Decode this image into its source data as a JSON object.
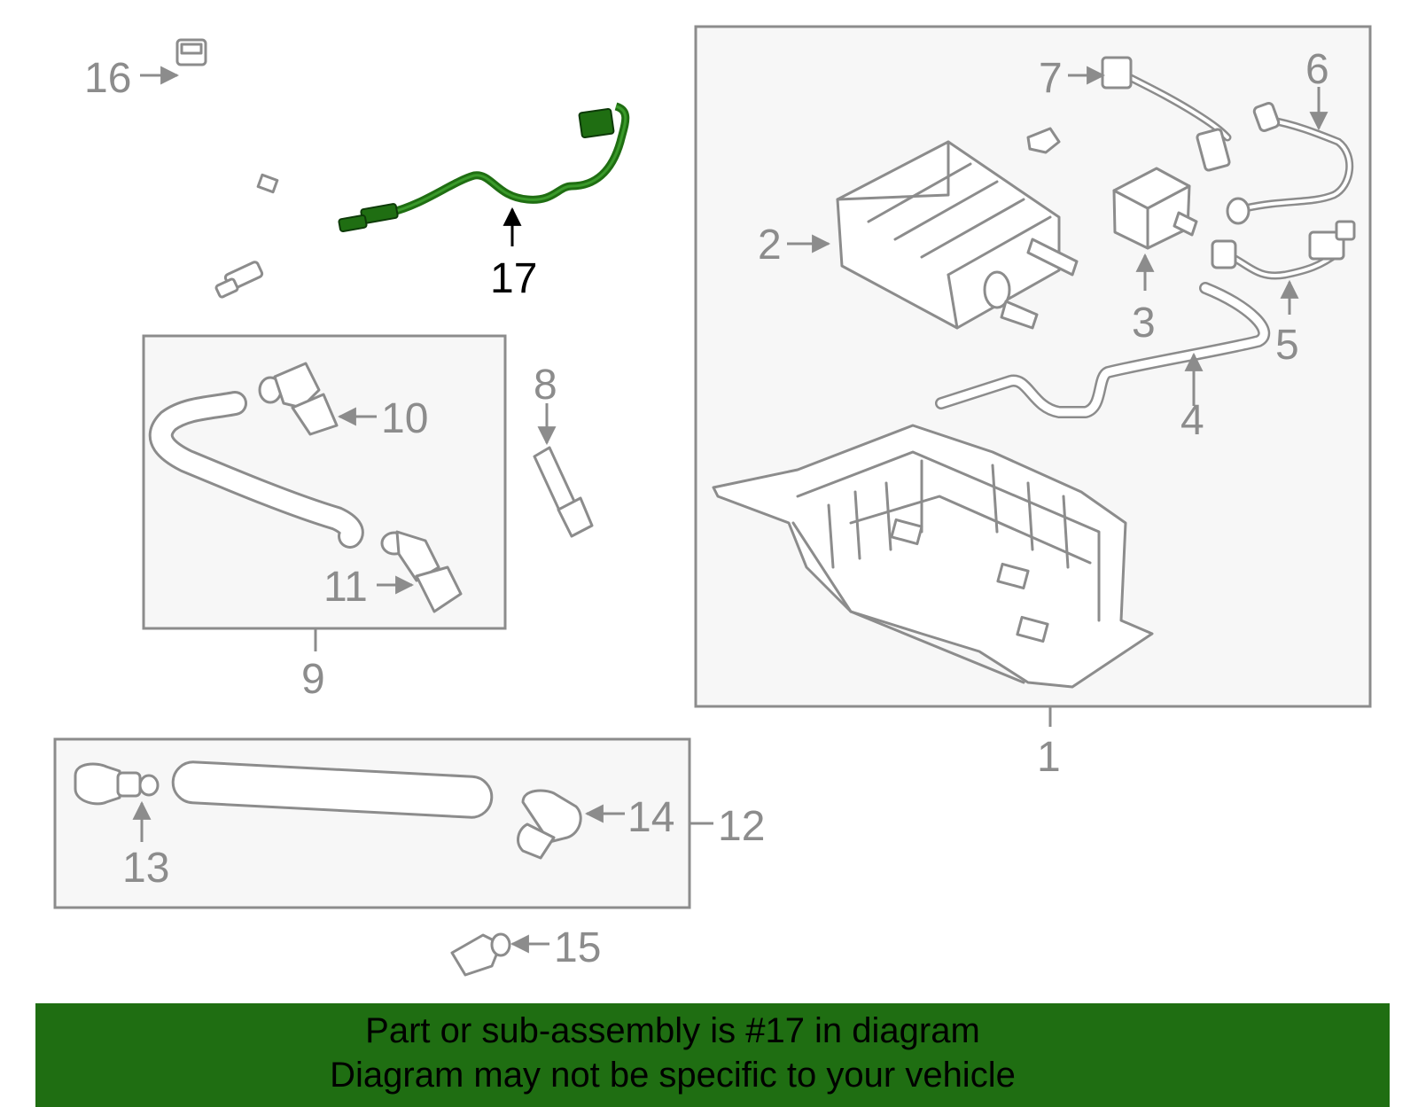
{
  "diagram": {
    "callouts": [
      "1",
      "2",
      "3",
      "4",
      "5",
      "6",
      "7",
      "8",
      "9",
      "10",
      "11",
      "12",
      "13",
      "14",
      "15",
      "16",
      "17"
    ],
    "highlighted_callout": "17",
    "colors": {
      "line": "#8c8c8c",
      "box_fill": "#f7f7f7",
      "highlight_part": "#1f6e12",
      "highlight_text": "#000000",
      "banner": "#1f6e12"
    }
  },
  "banner": {
    "line1": "Part or sub-assembly is #17 in diagram",
    "line2": "Diagram may not be specific to your vehicle"
  }
}
